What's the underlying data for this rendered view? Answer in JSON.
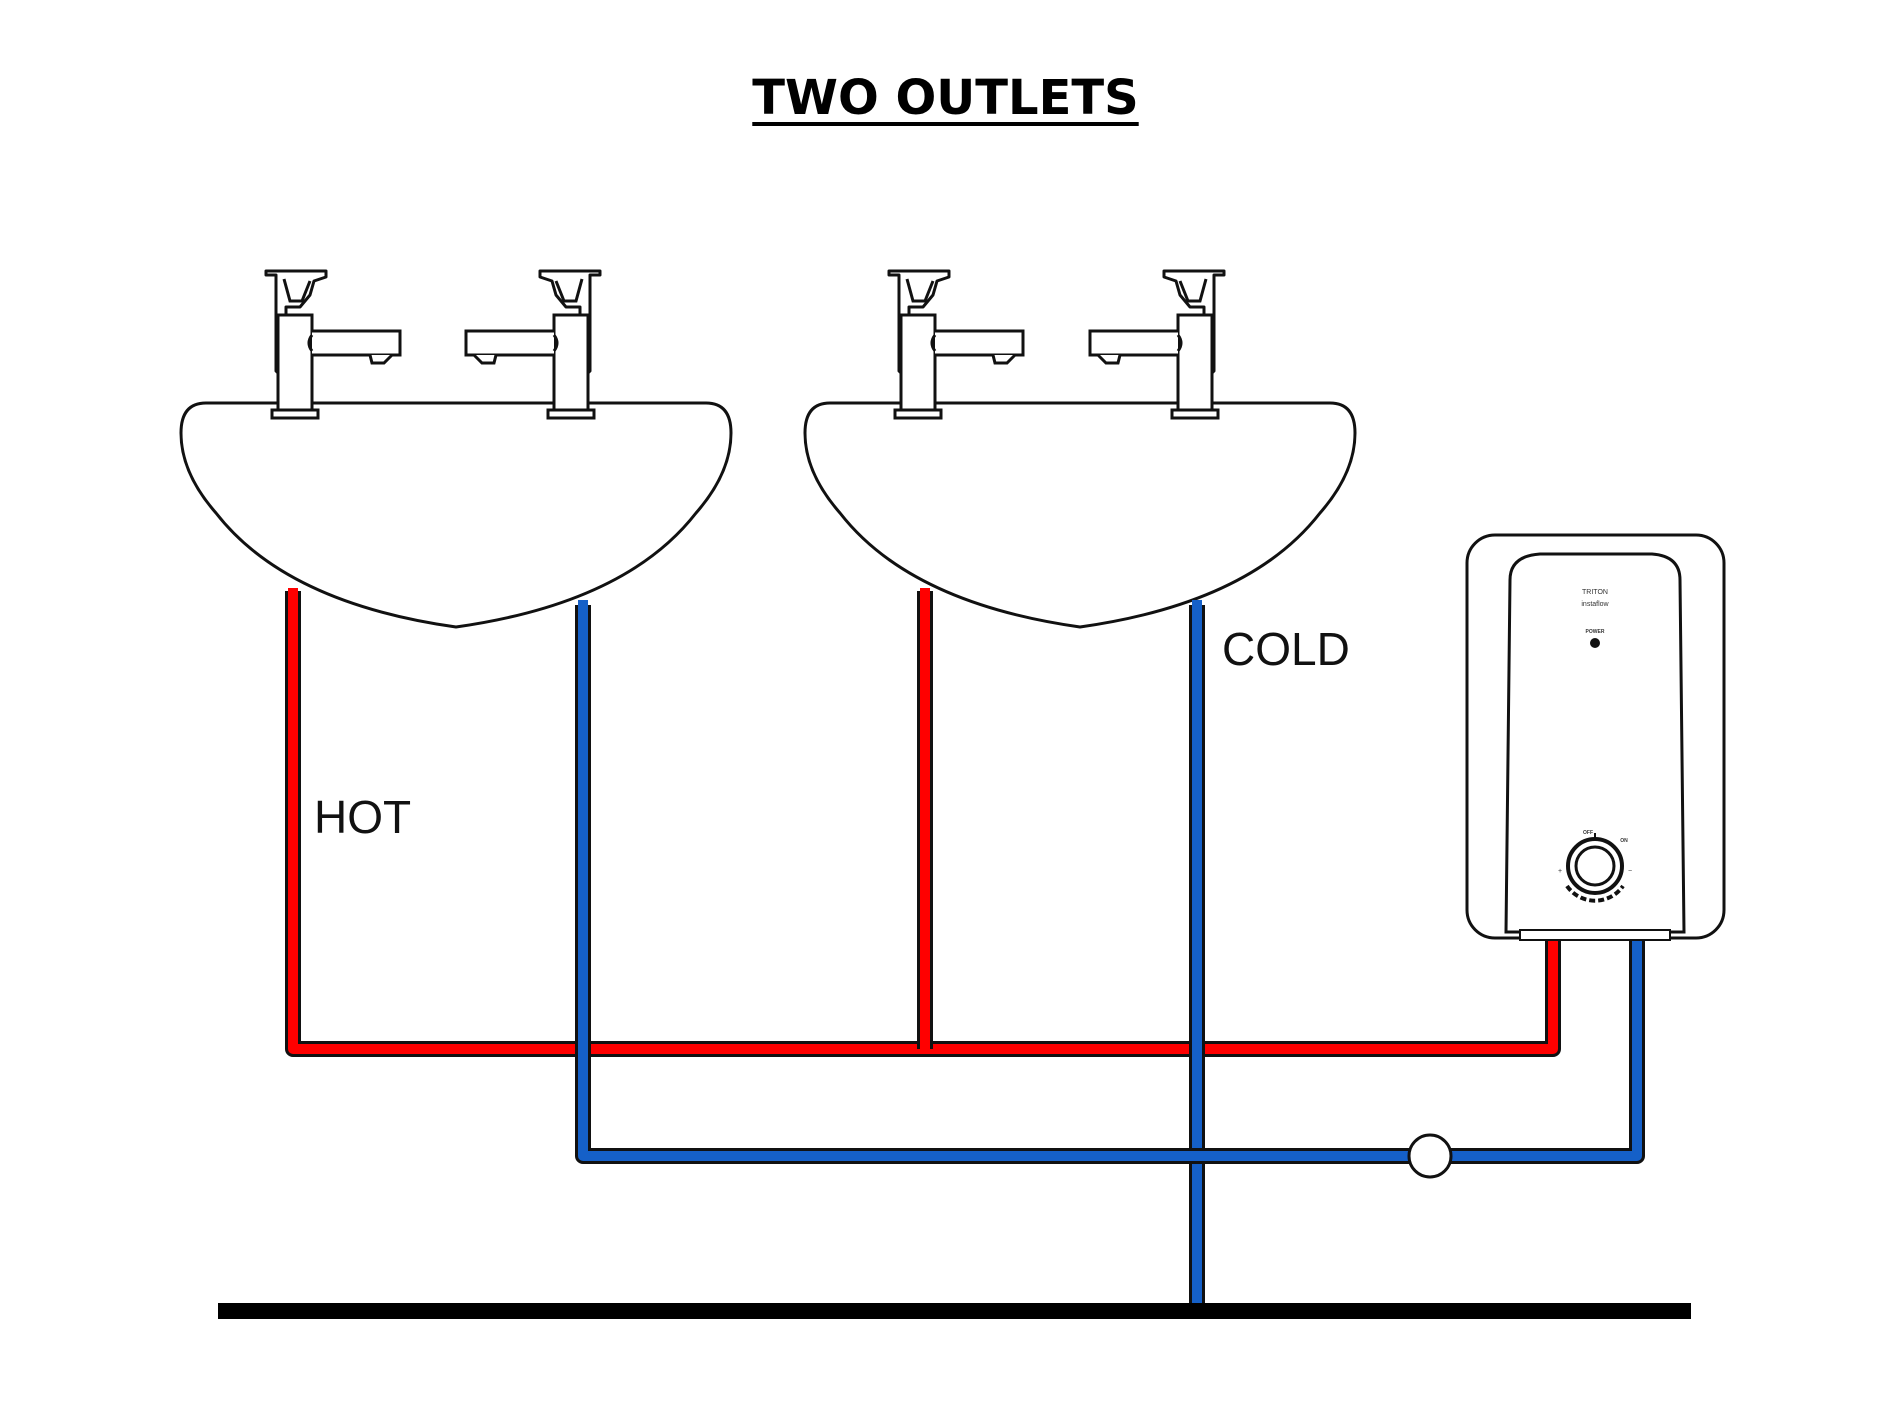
{
  "title": "TWO OUTLETS",
  "labels": {
    "hot": "HOT",
    "cold": "COLD"
  },
  "heater": {
    "brand": "TRITON",
    "model": "instaflow",
    "power_label": "POWER",
    "off_label": "OFF",
    "on_label": "ON",
    "plus": "+",
    "minus": "−"
  },
  "colors": {
    "hot": "#ff0000",
    "cold": "#1560c8",
    "outline": "#111111",
    "floor": "#000000"
  },
  "icons": [
    "basin-icon",
    "tap-icon",
    "water-heater-icon",
    "valve-icon"
  ]
}
